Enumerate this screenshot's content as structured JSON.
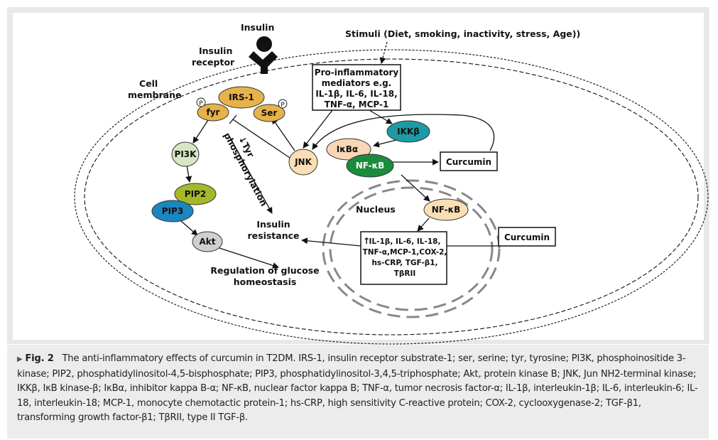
{
  "labels": {
    "insulin": "Insulin",
    "insulin_receptor": [
      "Insulin",
      "receptor"
    ],
    "stimuli": "Stimuli (Diet, smoking, inactivity, stress, Age))",
    "cell_membrane": [
      "Cell",
      "membrane"
    ],
    "proinflam": [
      "Pro-inflammatory",
      "mediators e.g.",
      "IL-1β, IL-6, IL-18,",
      "TNF-α, MCP-1"
    ],
    "tyr_phos": [
      "↓Tyr",
      "phosphorylation"
    ],
    "insulin_resistance": [
      "Insulin",
      "resistance"
    ],
    "regulation": [
      "Regulation of glucose",
      "homeostasis"
    ],
    "nucleus": "Nucleus",
    "curcumin_top": "Curcumin",
    "curcumin_bottom": "Curcumin",
    "cytokines": [
      "IL-1β, IL-6, IL-18,",
      "TNF-α,MCP-1,COX-2,",
      "hs-CRP, TGF-β1,",
      "TβRII"
    ],
    "p": "P"
  },
  "nodes": {
    "irs1": "IRS-1",
    "fyr": "fyr",
    "ser": "Ser",
    "pi3k": "PI3K",
    "pip2": "PIP2",
    "pip3": "PIP3",
    "akt": "Akt",
    "jnk": "JNK",
    "ikkb": "IKKβ",
    "ikba": "IκBα",
    "nfkb": "NF-κB",
    "nfkb_nuc": "NF-κB"
  },
  "colors": {
    "irs1": "#e7b24a",
    "fyr": "#e7b24a",
    "ser": "#e7b24a",
    "pi3k": "#d7e6c4",
    "pip2": "#a5b82a",
    "pip3": "#1b86c0",
    "akt": "#cfcfcf",
    "jnk": "#fbdfb4",
    "ikkb": "#1d9aa6",
    "ikba": "#f9d6b6",
    "nfkb": "#1a8c3c",
    "nfkb_nuc": "#fbdfb4"
  },
  "caption": {
    "label": "Fig. 2",
    "text": "The anti-inflammatory effects of curcumin in T2DM. IRS-1, insulin receptor substrate-1; ser, serine; tyr, tyrosine; PI3K, phosphoinositide 3-kinase; PIP2, phosphatidylinositol-4,5-bisphosphate; PIP3, phosphatidylinositol-3,4,5-triphosphate; Akt, protein kinase B; JNK, Jun NH2-terminal kinase; IKKβ, IκB kinase-β; IκBα, inhibitor kappa B-α; NF-κB, nuclear factor kappa B; TNF-α, tumor necrosis factor-α; IL-1β, interleukin-1β; IL-6, interleukin-6; IL-18, interleukin-18; MCP-1, monocyte chemotactic protein-1; hs-CRP, high sensitivity C-reactive protein; COX-2, cyclooxygenase-2; TGF-β1, transforming growth factor-β1; TβRII, type II TGF-β."
  }
}
